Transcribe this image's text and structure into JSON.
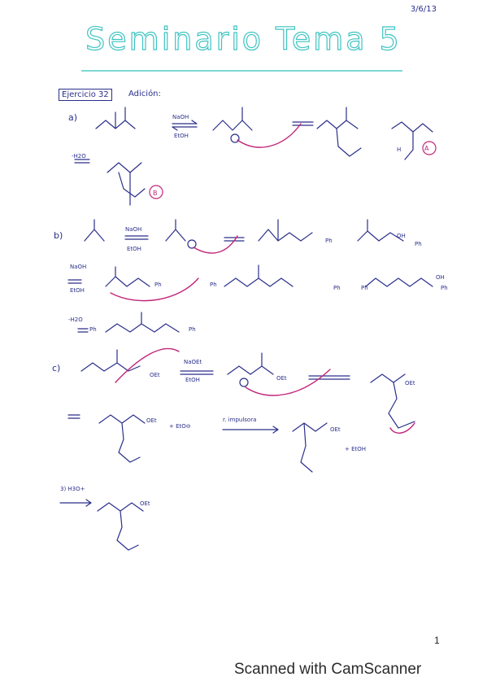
{
  "header": {
    "date": "3/6/13",
    "title": "Seminario Tema 5"
  },
  "section": {
    "label": "Ejercicio 32",
    "subtitle": "Adición:"
  },
  "parts": [
    {
      "label": "a)",
      "reagents": [
        "NaOH",
        "EtOH"
      ],
      "annotations": [
        "A",
        "B"
      ],
      "dehydration": "-H2O"
    },
    {
      "label": "b)",
      "reagents": [
        "NaOH",
        "EtOH"
      ],
      "second_reagents": [
        "NaOH",
        "EtOH"
      ],
      "dehydration": "-H2O"
    },
    {
      "label": "c)",
      "reagents": [
        "NaOEt",
        "EtOH"
      ],
      "side_product": "+ EtO⊖",
      "step_note": "r. impulsora",
      "byproduct": "+ EtOH",
      "workup": "3) H3O+"
    }
  ],
  "groups": {
    "ph": "Ph",
    "oet": "OEt",
    "oh": "OH",
    "h": "H"
  },
  "footer": {
    "page_number": "1",
    "watermark": "Scanned with CamScanner"
  },
  "colors": {
    "title": "#3fc4c2",
    "ink": "#2a2f8a",
    "arrow": "#c2267a"
  }
}
